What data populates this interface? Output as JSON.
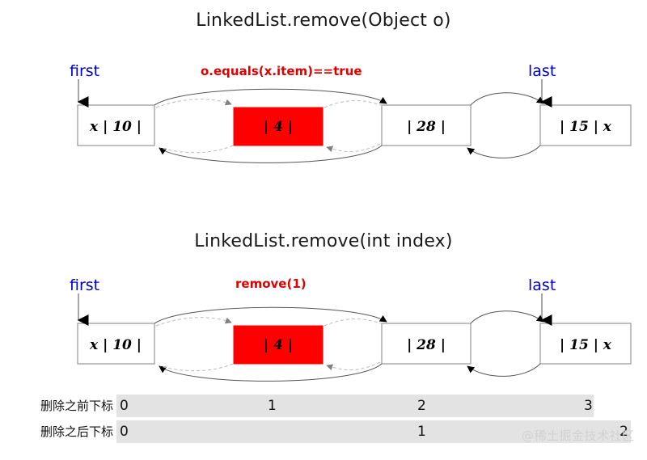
{
  "colors": {
    "highlight_node": "#ff0000",
    "pointer_label": "#0000cc",
    "annotation": "#e00000",
    "node_stroke": "#808080",
    "index_bar": "#e3e3e3",
    "watermark": "#d2d2d2",
    "background": "#ffffff"
  },
  "diagrams": [
    {
      "id": "remove-object",
      "title": "LinkedList.remove(Object o)",
      "annotation": "o.equals(x.item)==true",
      "first_label": "first",
      "last_label": "last",
      "nodes": [
        {
          "id": "node-0",
          "text": "x | 10 |",
          "highlighted": false
        },
        {
          "id": "node-1",
          "text": "| 4 |",
          "highlighted": true
        },
        {
          "id": "node-2",
          "text": "| 28 |",
          "highlighted": false
        },
        {
          "id": "node-3",
          "text": "| 15 | x",
          "highlighted": false
        }
      ]
    },
    {
      "id": "remove-index",
      "title": "LinkedList.remove(int index)",
      "annotation": "remove(1)",
      "first_label": "first",
      "last_label": "last",
      "nodes": [
        {
          "id": "node-0",
          "text": "x | 10 |",
          "highlighted": false
        },
        {
          "id": "node-1",
          "text": "| 4 |",
          "highlighted": true
        },
        {
          "id": "node-2",
          "text": "| 28 |",
          "highlighted": false
        },
        {
          "id": "node-3",
          "text": "| 15 | x",
          "highlighted": false
        }
      ]
    }
  ],
  "index_table": {
    "rows": [
      {
        "label": "删除之前下标",
        "values": [
          "0",
          "1",
          "2",
          "3"
        ]
      },
      {
        "label": "删除之后下标",
        "values": [
          "0",
          "1",
          "2"
        ]
      }
    ]
  },
  "watermark": "@稀土掘金技术社区"
}
